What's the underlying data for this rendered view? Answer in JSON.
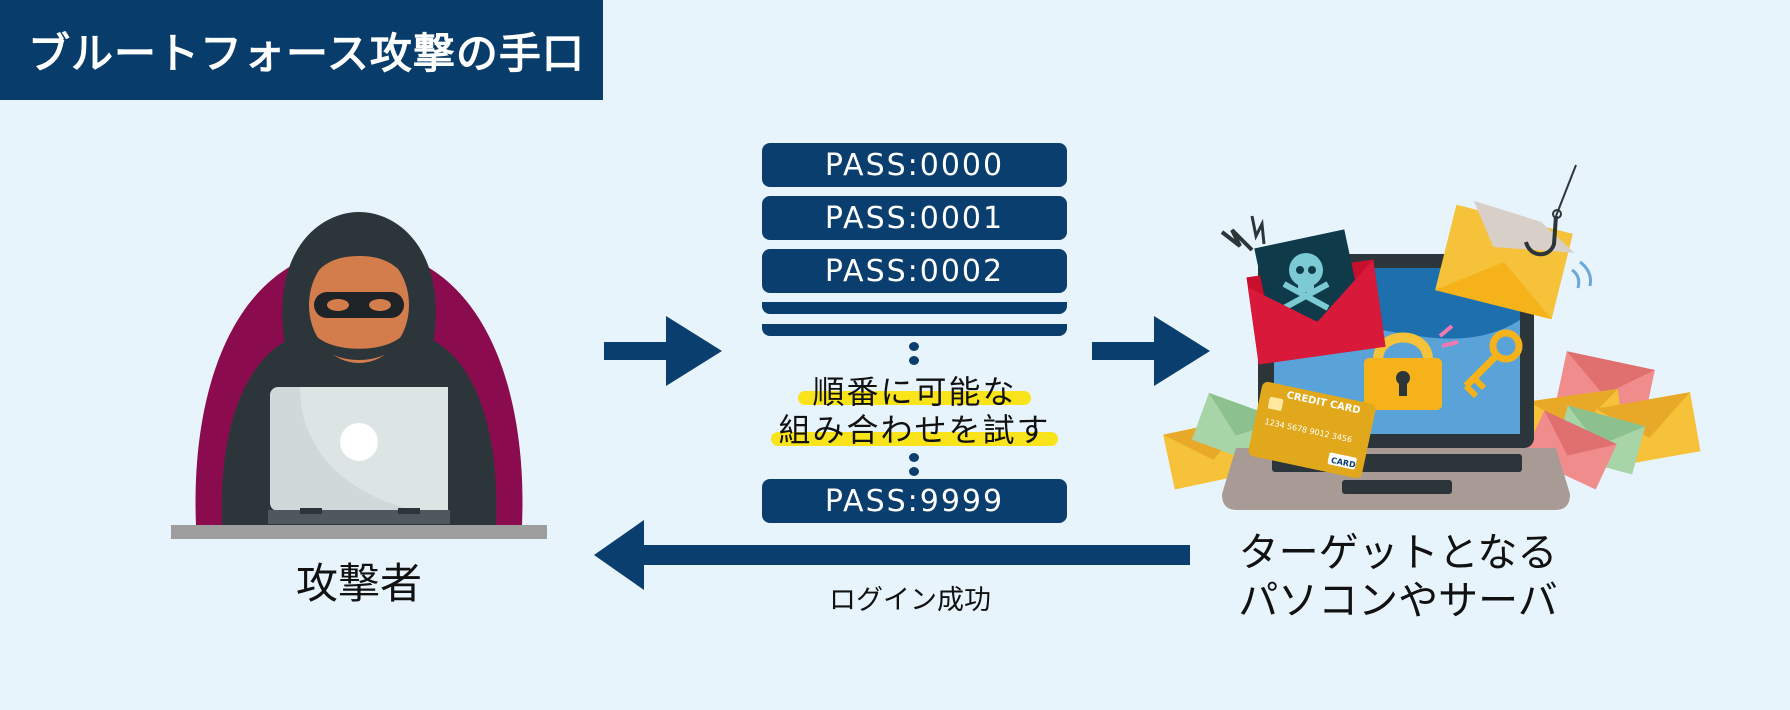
{
  "title": "ブルートフォース攻撃の手口",
  "attacker": {
    "label": "攻撃者"
  },
  "passwords": [
    "PASS:0000",
    "PASS:0001",
    "PASS:0002",
    "PASS:9999"
  ],
  "note": {
    "line1": "順番に可能な",
    "line2": "組み合わせを試す"
  },
  "target": {
    "line1": "ターゲットとなる",
    "line2": "パソコンやサーバ"
  },
  "return_arrow": {
    "label": "ログイン成功"
  },
  "credit_card": {
    "title": "CREDIT CARD",
    "number": "1234 5678 9012 3456",
    "brand": "CARD"
  },
  "colors": {
    "navy": "#0a3e6e",
    "background": "#e8f4fc",
    "highlight": "#f9e31a",
    "hood_bg": "#8b0c4e"
  }
}
